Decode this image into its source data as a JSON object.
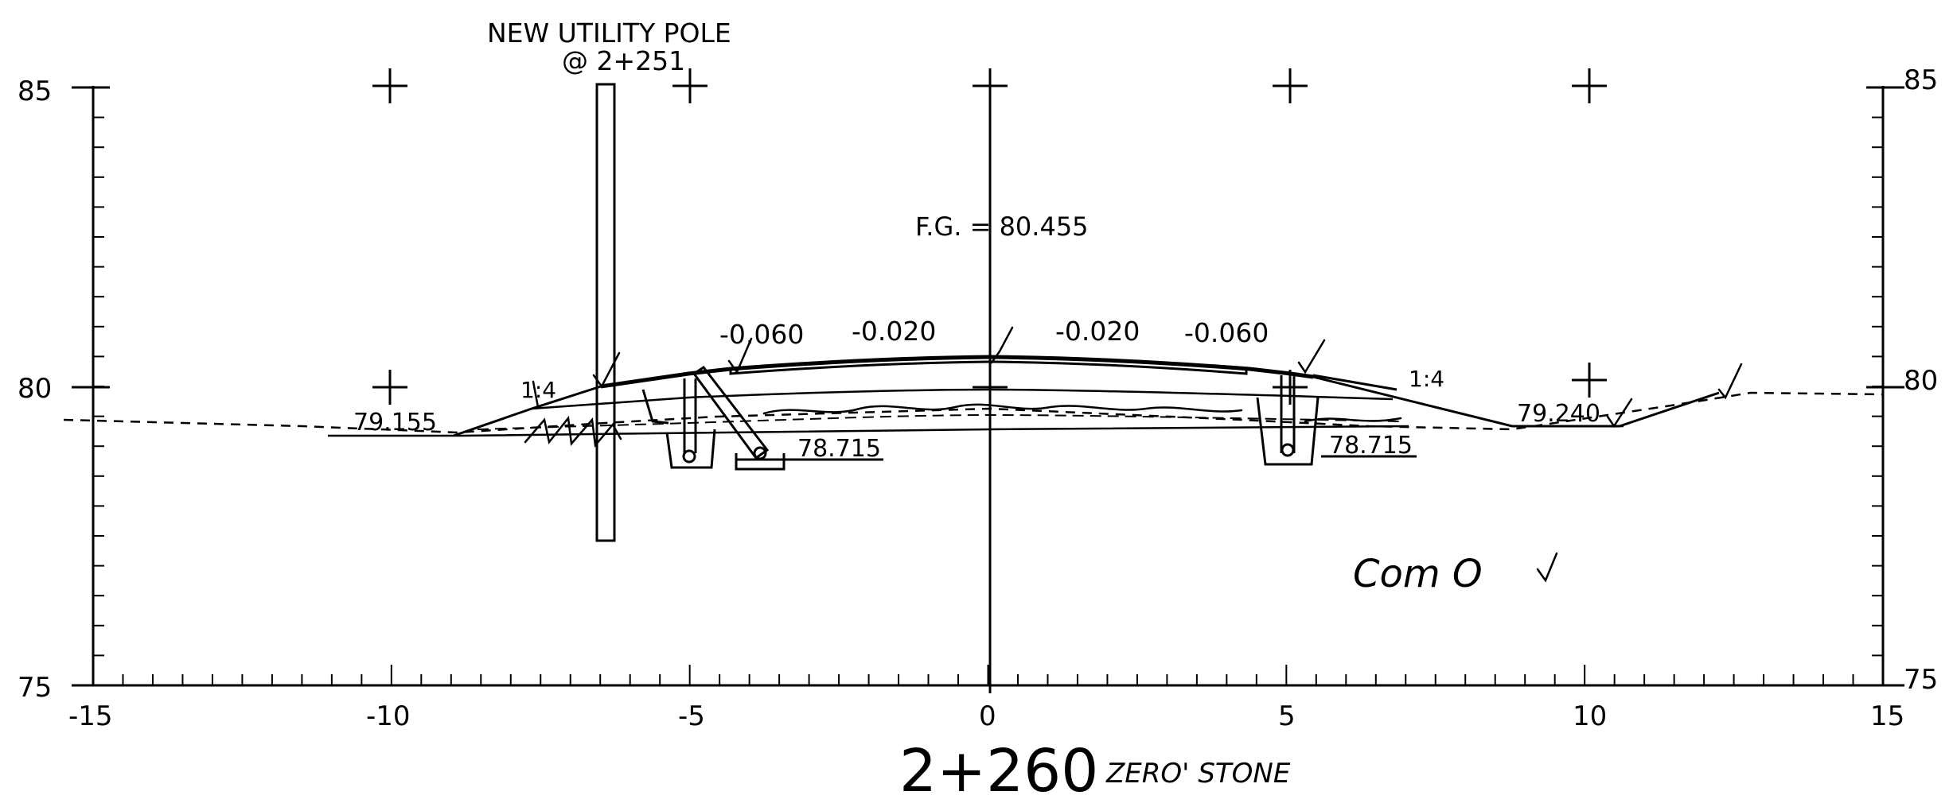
{
  "header": {
    "pole_label_line1": "NEW UTILITY POLE",
    "pole_label_line2": "@ 2+251"
  },
  "axes": {
    "x_ticks": [
      "-15",
      "-10",
      "-5",
      "0",
      "5",
      "10",
      "15"
    ],
    "y_left_ticks": [
      "85",
      "80",
      "75"
    ],
    "y_right_ticks": [
      "85",
      "80",
      "75"
    ],
    "x_range": [
      -15,
      15
    ],
    "y_range": [
      75,
      85
    ]
  },
  "annotations": {
    "finished_grade": "F.G. = 80.455",
    "slope_left_outer": "-0.060",
    "slope_left_inner": "-0.020",
    "slope_right_inner": "-0.020",
    "slope_right_outer": "-0.060",
    "side_slope_left": "1:4",
    "side_slope_right": "1:4",
    "elev_left_toe": "79.155",
    "elev_left_ditch": "78.715",
    "elev_right_ditch": "78.715",
    "elev_right_toe": "79.240"
  },
  "footer": {
    "station": "2+260",
    "station_note": "ZERO' STONE",
    "handwritten_note": "Com O"
  },
  "colors": {
    "ink": "#000000",
    "paper": "#ffffff"
  }
}
